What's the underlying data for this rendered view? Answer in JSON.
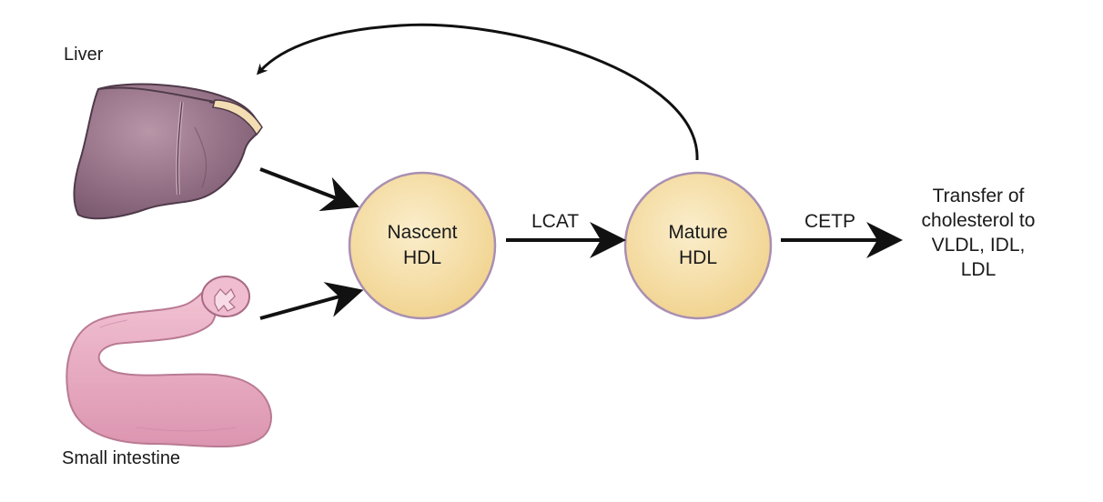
{
  "labels": {
    "liver": "Liver",
    "small_intestine": "Small intestine"
  },
  "nodes": {
    "nascent": {
      "line1": "Nascent",
      "line2": "HDL"
    },
    "mature": {
      "line1": "Mature",
      "line2": "HDL"
    }
  },
  "edges": {
    "lcat": "LCAT",
    "cetp": "CETP"
  },
  "output": {
    "line1": "Transfer of",
    "line2": "cholesterol to",
    "line3": "VLDL, IDL,",
    "line4": "LDL"
  },
  "colors": {
    "node_fill": "#f6dfa6",
    "node_stroke": "#a98fb2",
    "arrow": "#111111",
    "liver": "#8e6a80",
    "intestine": "#e6a7be"
  }
}
